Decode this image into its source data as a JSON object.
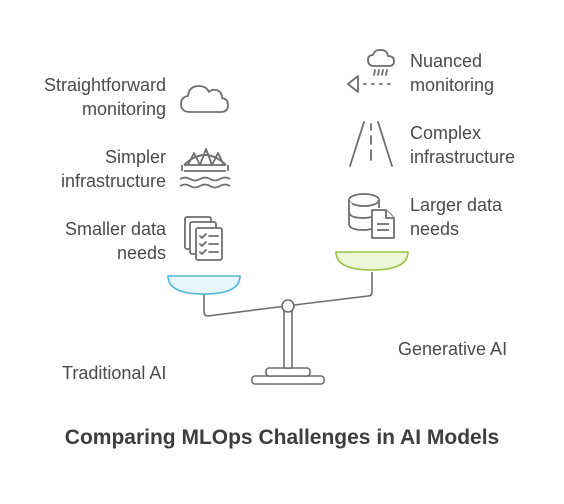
{
  "left_items": [
    {
      "line1": "Straightforward",
      "line2": "monitoring",
      "icon": "cloud-icon"
    },
    {
      "line1": "Simpler",
      "line2": "infrastructure",
      "icon": "bridge-icon"
    },
    {
      "line1": "Smaller data",
      "line2": "needs",
      "icon": "checklist-icon"
    }
  ],
  "right_items": [
    {
      "line1": "Nuanced",
      "line2": "monitoring",
      "icon": "storm-sensor-icon"
    },
    {
      "line1": "Complex",
      "line2": "infrastructure",
      "icon": "road-icon"
    },
    {
      "line1": "Larger data",
      "line2": "needs",
      "icon": "database-document-icon"
    }
  ],
  "left_caption": "Traditional AI",
  "right_caption": "Generative AI",
  "title": "Comparing MLOps Challenges in AI Models",
  "colors": {
    "left_pan": "#e6f6fb",
    "left_pan_stroke": "#4fb8d6",
    "right_pan": "#eef6d8",
    "right_pan_stroke": "#9cc04a",
    "stroke": "#6e6e6e"
  }
}
